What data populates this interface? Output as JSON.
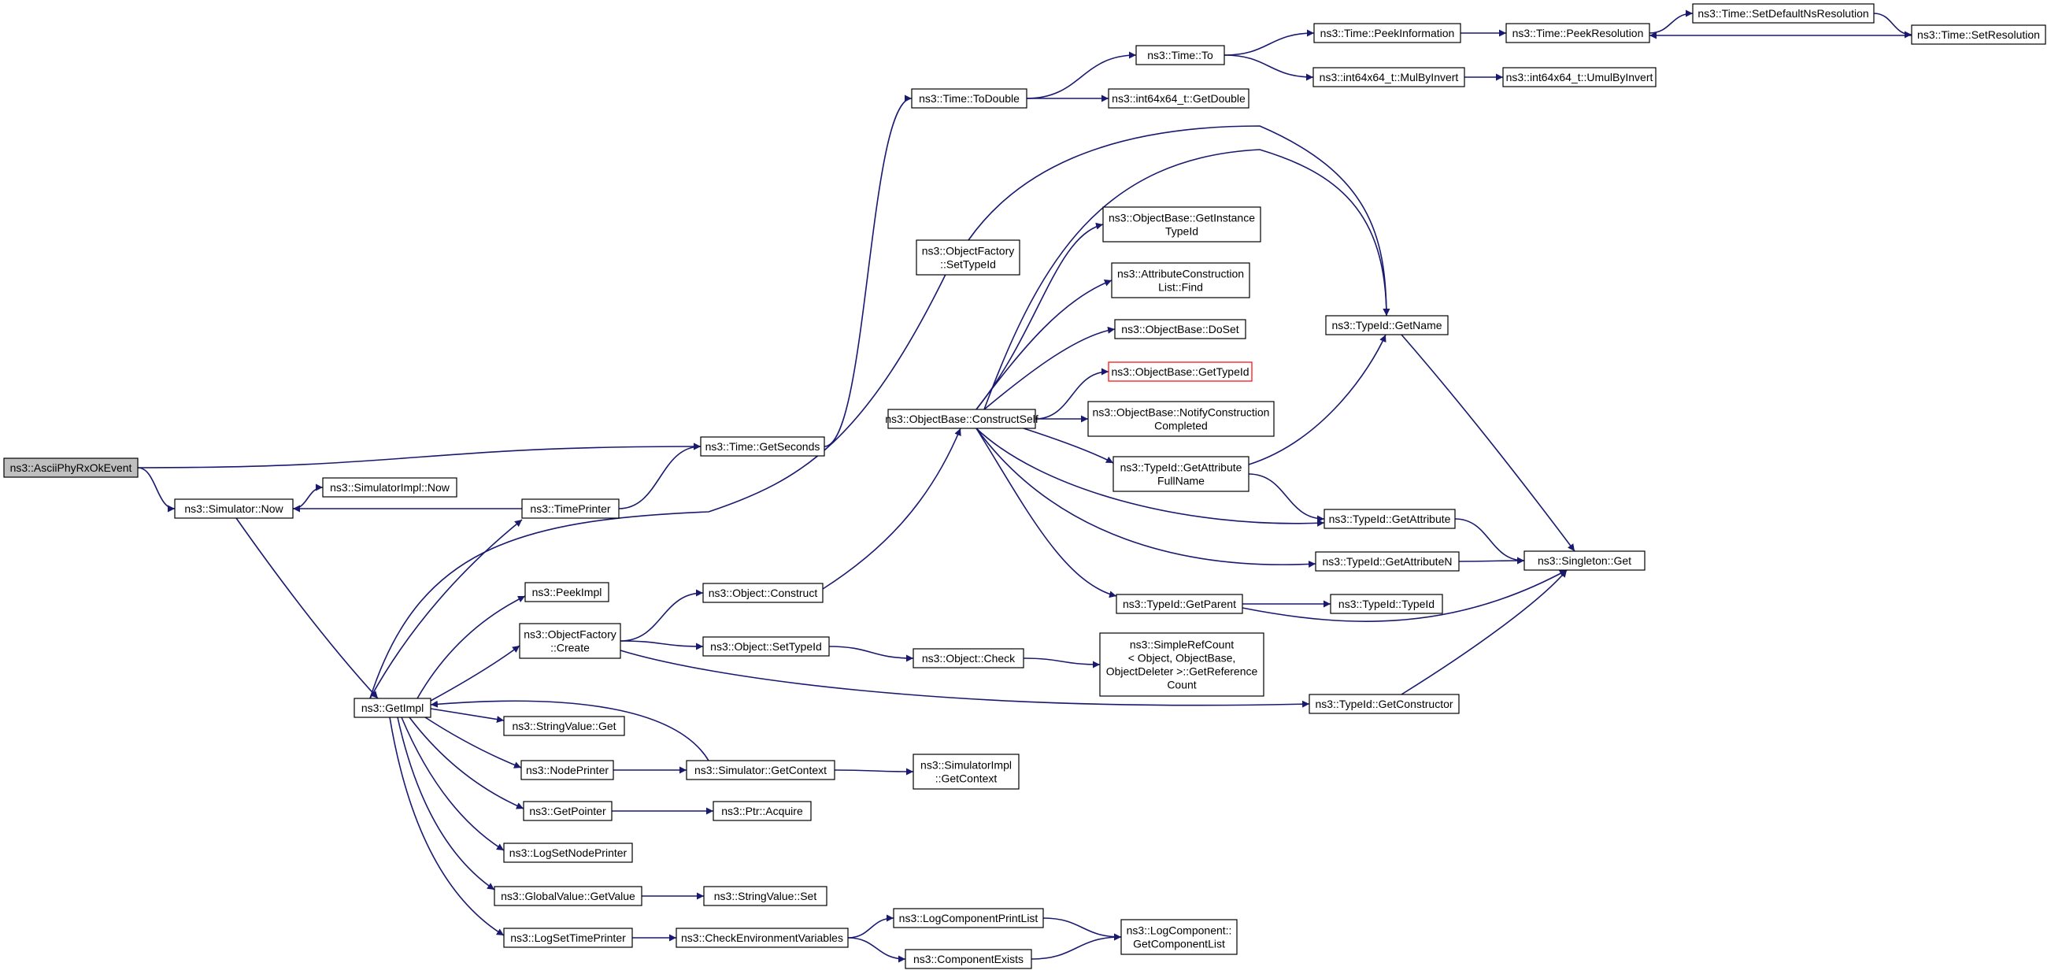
{
  "diagram": {
    "type": "call-graph",
    "root": "n1",
    "colors": {
      "edge": "#191970",
      "node_border": "#000000",
      "root_fill": "#bfbfbf",
      "highlight_border": "#ff0000"
    },
    "nodes": [
      {
        "id": "n1",
        "lines": [
          "ns3::AsciiPhyRxOkEvent"
        ]
      },
      {
        "id": "n2",
        "lines": [
          "ns3::Time::GetSeconds"
        ]
      },
      {
        "id": "n3",
        "lines": [
          "ns3::Simulator::Now"
        ]
      },
      {
        "id": "n4",
        "lines": [
          "ns3::SimulatorImpl::Now"
        ]
      },
      {
        "id": "n5",
        "lines": [
          "ns3::TimePrinter"
        ]
      },
      {
        "id": "n6",
        "lines": [
          "ns3::Time::ToDouble"
        ]
      },
      {
        "id": "n7",
        "lines": [
          "ns3::Time::To"
        ]
      },
      {
        "id": "n8",
        "lines": [
          "ns3::int64x64_t::GetDouble"
        ]
      },
      {
        "id": "n9",
        "lines": [
          "ns3::Time::PeekInformation"
        ]
      },
      {
        "id": "n10",
        "lines": [
          "ns3::int64x64_t::MulByInvert"
        ]
      },
      {
        "id": "n11",
        "lines": [
          "ns3::Time::PeekResolution"
        ]
      },
      {
        "id": "n12",
        "lines": [
          "ns3::int64x64_t::UmulByInvert"
        ]
      },
      {
        "id": "n13",
        "lines": [
          "ns3::Time::SetDefaultNsResolution"
        ]
      },
      {
        "id": "n14",
        "lines": [
          "ns3::Time::SetResolution"
        ]
      },
      {
        "id": "n15",
        "lines": [
          "ns3::ObjectFactory",
          "::SetTypeId"
        ]
      },
      {
        "id": "n16",
        "lines": [
          "ns3::ObjectBase::ConstructSelf"
        ]
      },
      {
        "id": "n17",
        "lines": [
          "ns3::ObjectBase::GetInstance",
          "TypeId"
        ]
      },
      {
        "id": "n18",
        "lines": [
          "ns3::AttributeConstruction",
          "List::Find"
        ]
      },
      {
        "id": "n19",
        "lines": [
          "ns3::ObjectBase::DoSet"
        ]
      },
      {
        "id": "n20",
        "lines": [
          "ns3::ObjectBase::GetTypeId"
        ],
        "highlight": true
      },
      {
        "id": "n21",
        "lines": [
          "ns3::ObjectBase::NotifyConstruction",
          "Completed"
        ]
      },
      {
        "id": "n22",
        "lines": [
          "ns3::TypeId::GetAttribute",
          "FullName"
        ]
      },
      {
        "id": "n23",
        "lines": [
          "ns3::TypeId::GetName"
        ]
      },
      {
        "id": "n24",
        "lines": [
          "ns3::TypeId::GetAttribute"
        ]
      },
      {
        "id": "n25",
        "lines": [
          "ns3::TypeId::GetAttributeN"
        ]
      },
      {
        "id": "n26",
        "lines": [
          "ns3::Singleton::Get"
        ]
      },
      {
        "id": "n27",
        "lines": [
          "ns3::TypeId::GetParent"
        ]
      },
      {
        "id": "n28",
        "lines": [
          "ns3::TypeId::TypeId"
        ]
      },
      {
        "id": "n29",
        "lines": [
          "ns3::PeekImpl"
        ]
      },
      {
        "id": "n30",
        "lines": [
          "ns3::Object::Construct"
        ]
      },
      {
        "id": "n31",
        "lines": [
          "ns3::ObjectFactory",
          "::Create"
        ]
      },
      {
        "id": "n32",
        "lines": [
          "ns3::Object::SetTypeId"
        ]
      },
      {
        "id": "n33",
        "lines": [
          "ns3::Object::Check"
        ]
      },
      {
        "id": "n34",
        "lines": [
          "ns3::SimpleRefCount",
          "< Object, ObjectBase,",
          "ObjectDeleter >::GetReference",
          "Count"
        ]
      },
      {
        "id": "n35",
        "lines": [
          "ns3::GetImpl"
        ]
      },
      {
        "id": "n36",
        "lines": [
          "ns3::StringValue::Get"
        ]
      },
      {
        "id": "n37",
        "lines": [
          "ns3::TypeId::GetConstructor"
        ]
      },
      {
        "id": "n38",
        "lines": [
          "ns3::NodePrinter"
        ]
      },
      {
        "id": "n39",
        "lines": [
          "ns3::Simulator::GetContext"
        ]
      },
      {
        "id": "n40",
        "lines": [
          "ns3::SimulatorImpl",
          "::GetContext"
        ]
      },
      {
        "id": "n41",
        "lines": [
          "ns3::GetPointer"
        ]
      },
      {
        "id": "n42",
        "lines": [
          "ns3::Ptr::Acquire"
        ]
      },
      {
        "id": "n43",
        "lines": [
          "ns3::LogSetNodePrinter"
        ]
      },
      {
        "id": "n44",
        "lines": [
          "ns3::GlobalValue::GetValue"
        ]
      },
      {
        "id": "n45",
        "lines": [
          "ns3::StringValue::Set"
        ]
      },
      {
        "id": "n46",
        "lines": [
          "ns3::LogSetTimePrinter"
        ]
      },
      {
        "id": "n47",
        "lines": [
          "ns3::CheckEnvironmentVariables"
        ]
      },
      {
        "id": "n48",
        "lines": [
          "ns3::LogComponentPrintList"
        ]
      },
      {
        "id": "n49",
        "lines": [
          "ns3::LogComponent::",
          "GetComponentList"
        ]
      },
      {
        "id": "n50",
        "lines": [
          "ns3::ComponentExists"
        ]
      }
    ],
    "edges": [
      [
        "n1",
        "n2"
      ],
      [
        "n1",
        "n3"
      ],
      [
        "n2",
        "n6"
      ],
      [
        "n3",
        "n4"
      ],
      [
        "n3",
        "n35"
      ],
      [
        "n5",
        "n3"
      ],
      [
        "n5",
        "n2"
      ],
      [
        "n6",
        "n7"
      ],
      [
        "n6",
        "n8"
      ],
      [
        "n7",
        "n9"
      ],
      [
        "n7",
        "n10"
      ],
      [
        "n9",
        "n11"
      ],
      [
        "n10",
        "n12"
      ],
      [
        "n11",
        "n13"
      ],
      [
        "n13",
        "n14"
      ],
      [
        "n14",
        "n11"
      ],
      [
        "n15",
        "n23"
      ],
      [
        "n16",
        "n17"
      ],
      [
        "n16",
        "n18"
      ],
      [
        "n16",
        "n19"
      ],
      [
        "n16",
        "n20"
      ],
      [
        "n16",
        "n21"
      ],
      [
        "n16",
        "n22"
      ],
      [
        "n16",
        "n23"
      ],
      [
        "n16",
        "n24"
      ],
      [
        "n16",
        "n25"
      ],
      [
        "n16",
        "n27"
      ],
      [
        "n22",
        "n23"
      ],
      [
        "n22",
        "n24"
      ],
      [
        "n23",
        "n26"
      ],
      [
        "n24",
        "n26"
      ],
      [
        "n25",
        "n26"
      ],
      [
        "n27",
        "n28"
      ],
      [
        "n27",
        "n26"
      ],
      [
        "n37",
        "n26"
      ],
      [
        "n30",
        "n16"
      ],
      [
        "n31",
        "n30"
      ],
      [
        "n31",
        "n32"
      ],
      [
        "n31",
        "n37"
      ],
      [
        "n32",
        "n33"
      ],
      [
        "n33",
        "n34"
      ],
      [
        "n35",
        "n5"
      ],
      [
        "n35",
        "n15"
      ],
      [
        "n35",
        "n29"
      ],
      [
        "n35",
        "n31"
      ],
      [
        "n35",
        "n36"
      ],
      [
        "n35",
        "n38"
      ],
      [
        "n35",
        "n41"
      ],
      [
        "n35",
        "n43"
      ],
      [
        "n35",
        "n44"
      ],
      [
        "n35",
        "n46"
      ],
      [
        "n38",
        "n39"
      ],
      [
        "n39",
        "n35"
      ],
      [
        "n39",
        "n40"
      ],
      [
        "n41",
        "n42"
      ],
      [
        "n44",
        "n45"
      ],
      [
        "n46",
        "n47"
      ],
      [
        "n47",
        "n48"
      ],
      [
        "n47",
        "n50"
      ],
      [
        "n48",
        "n49"
      ],
      [
        "n50",
        "n49"
      ]
    ]
  }
}
